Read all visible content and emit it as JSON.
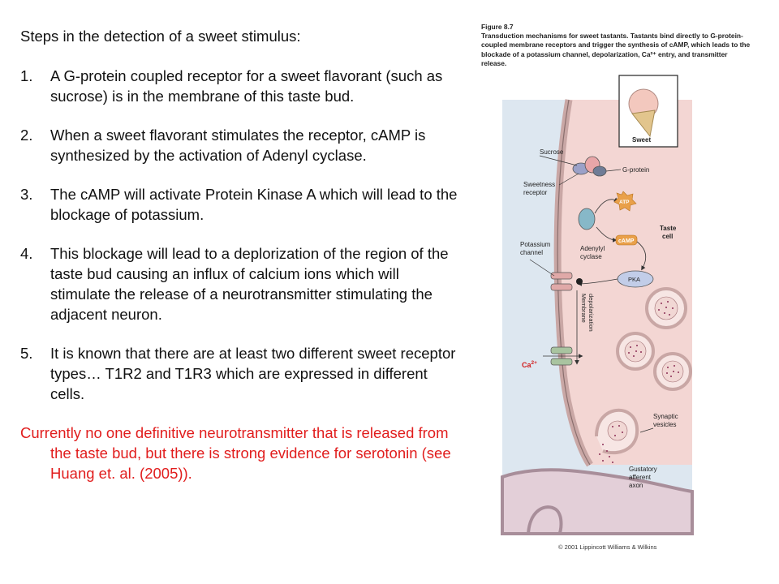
{
  "text": {
    "heading": "Steps in the detection of a sweet stimulus:",
    "steps": [
      {
        "num": "1.",
        "text": "A G-protein coupled receptor for a sweet flavorant (such as sucrose) is in the membrane of this taste bud."
      },
      {
        "num": "2.",
        "text": "When a sweet flavorant stimulates the receptor, cAMP is synthesized by the activation of Adenyl cyclase."
      },
      {
        "num": "3.",
        "text": "The cAMP will activate Protein Kinase A which will lead to the blockage of potassium."
      },
      {
        "num": "4.",
        "text": "This blockage will lead to a deplorization of the region of the taste bud causing an influx of calcium ions which will stimulate the release of a neurotransmitter stimulating the adjacent neuron."
      },
      {
        "num": "5.",
        "text": "It is known that there are at least two different sweet receptor types… T1R2 and T1R3 which are expressed in different cells."
      }
    ],
    "note": "Currently no one definitive neurotransmitter that is released from the taste bud, but there is strong evidence for serotonin (see Huang et. al. (2005))."
  },
  "figure": {
    "title": "Figure 8.7",
    "caption": "Transduction mechanisms for sweet tastants. Tastants bind directly to G-protein-coupled membrane receptors and trigger the synthesis of cAMP, which leads to the blockade of a potassium channel, depolarization, Ca²⁺ entry, and transmitter release.",
    "labels": {
      "sweet": "Sweet",
      "sucrose": "Sucrose",
      "g_protein": "G-protein",
      "sweetness_receptor_1": "Sweetness",
      "sweetness_receptor_2": "receptor",
      "atp": "ATP",
      "taste_cell_1": "Taste",
      "taste_cell_2": "cell",
      "camp": "cAMP",
      "adenylyl_1": "Adenylyl",
      "adenylyl_2": "cyclase",
      "potassium_1": "Potassium",
      "potassium_2": "channel",
      "pka": "PKA",
      "membrane_1": "Membrane",
      "membrane_2": "depolarization",
      "ca_base": "Ca",
      "ca_sup": "2+",
      "synaptic_1": "Synaptic",
      "synaptic_2": "vesicles",
      "gustatory_1": "Gustatory",
      "gustatory_2": "afferent",
      "gustatory_3": "axon"
    },
    "copyright": "© 2001 Lippincott Williams & Wilkins"
  }
}
